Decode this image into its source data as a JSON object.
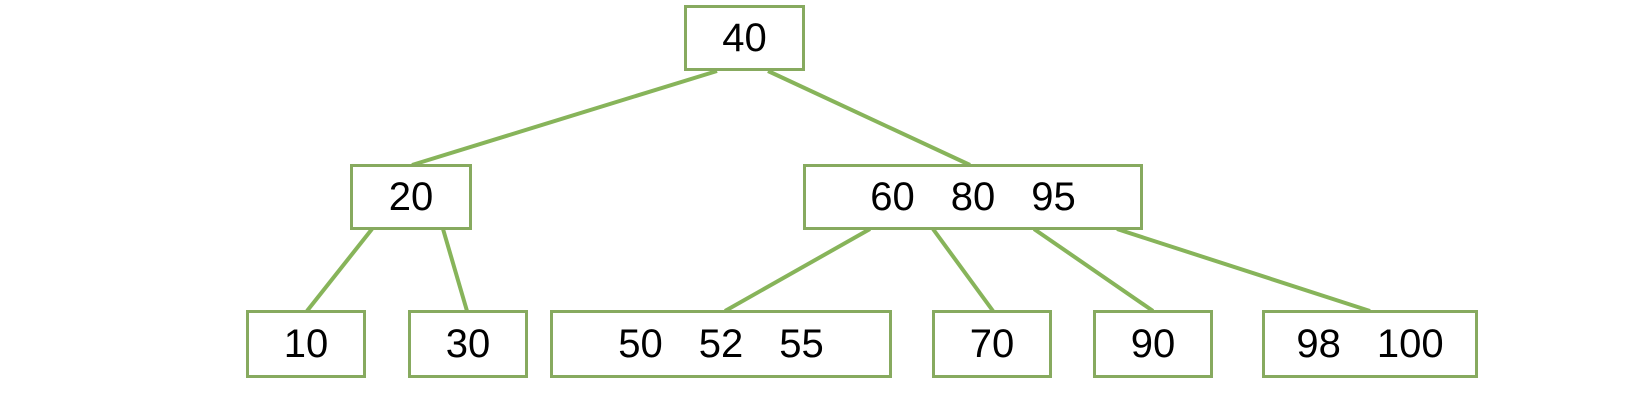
{
  "diagram": {
    "kind": "b-tree",
    "background_color": "#ffffff",
    "box_border_color": "#87aa5f",
    "edge_color": "#87b45a",
    "text_color": "#000000",
    "nodes": {
      "root": {
        "keys": [
          "40"
        ]
      },
      "left": {
        "keys": [
          "20"
        ]
      },
      "right": {
        "keys": [
          "60",
          "80",
          "95"
        ]
      },
      "leaf1": {
        "keys": [
          "10"
        ]
      },
      "leaf2": {
        "keys": [
          "30"
        ]
      },
      "leaf3": {
        "keys": [
          "50",
          "52",
          "55"
        ]
      },
      "leaf4": {
        "keys": [
          "70"
        ]
      },
      "leaf5": {
        "keys": [
          "90"
        ]
      },
      "leaf6": {
        "keys": [
          "98",
          "100"
        ]
      }
    },
    "edges": [
      {
        "from": "40",
        "to": "20"
      },
      {
        "from": "40",
        "to": "60 80 95"
      },
      {
        "from": "20",
        "to": "10"
      },
      {
        "from": "20",
        "to": "30"
      },
      {
        "from": "60 80 95",
        "to": "50 52 55"
      },
      {
        "from": "60 80 95",
        "to": "70"
      },
      {
        "from": "60 80 95",
        "to": "90"
      },
      {
        "from": "60 80 95",
        "to": "98 100"
      }
    ]
  }
}
